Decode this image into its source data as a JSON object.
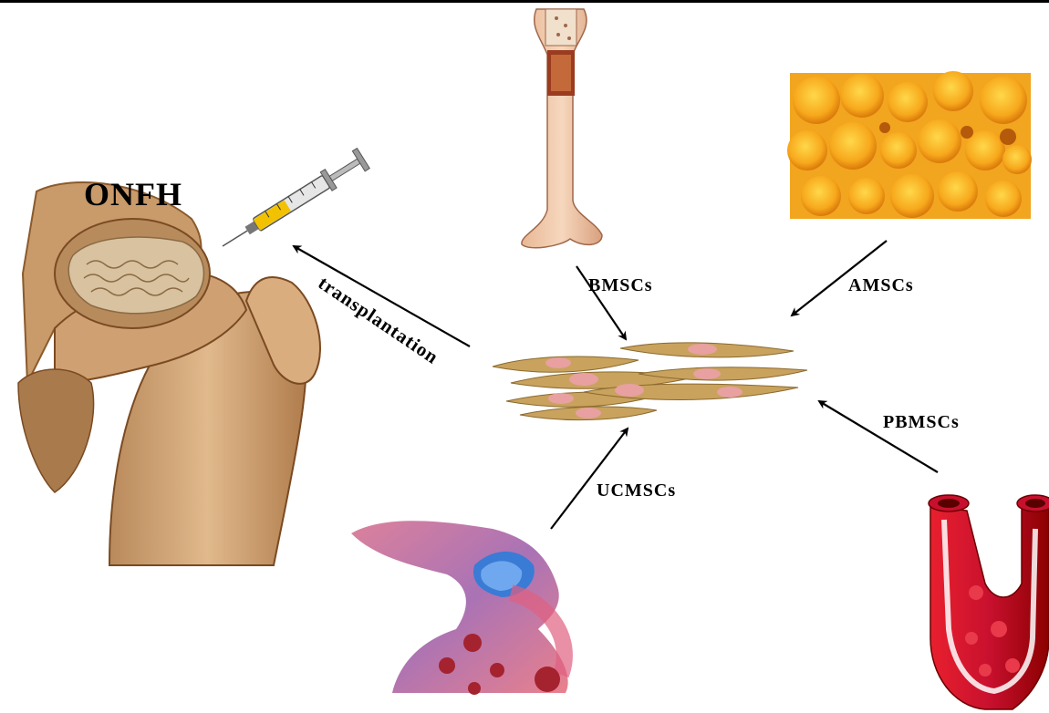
{
  "labels": {
    "onfh": "ONFH",
    "transplantation": "transplantation",
    "bmscs": "BMSCs",
    "amscs": "AMSCs",
    "pbmscs": "PBMSCs",
    "ucmscs": "UCMSCs"
  },
  "colors": {
    "bone": "#d4a676",
    "bone_dark": "#8b5a2b",
    "marrow": "#a0522d",
    "adipose": "#f5a623",
    "adipose_light": "#ffd24d",
    "cell_body": "#c9a35e",
    "cell_nucleus": "#e8a0a0",
    "vessel": "#c8102e",
    "vessel_dark": "#8b0000",
    "cord": "#e06080",
    "cord_blue": "#3a7bd5",
    "syringe_fill": "#f2c200",
    "arrow": "#000000"
  },
  "icons": {
    "femur": "femur-with-necrotic-head",
    "long_bone": "long-bone-cross-section",
    "adipose": "adipose-tissue",
    "cells": "mesenchymal-stem-cells",
    "cord": "umbilical-cord",
    "vessel": "blood-vessel",
    "syringe": "syringe"
  }
}
